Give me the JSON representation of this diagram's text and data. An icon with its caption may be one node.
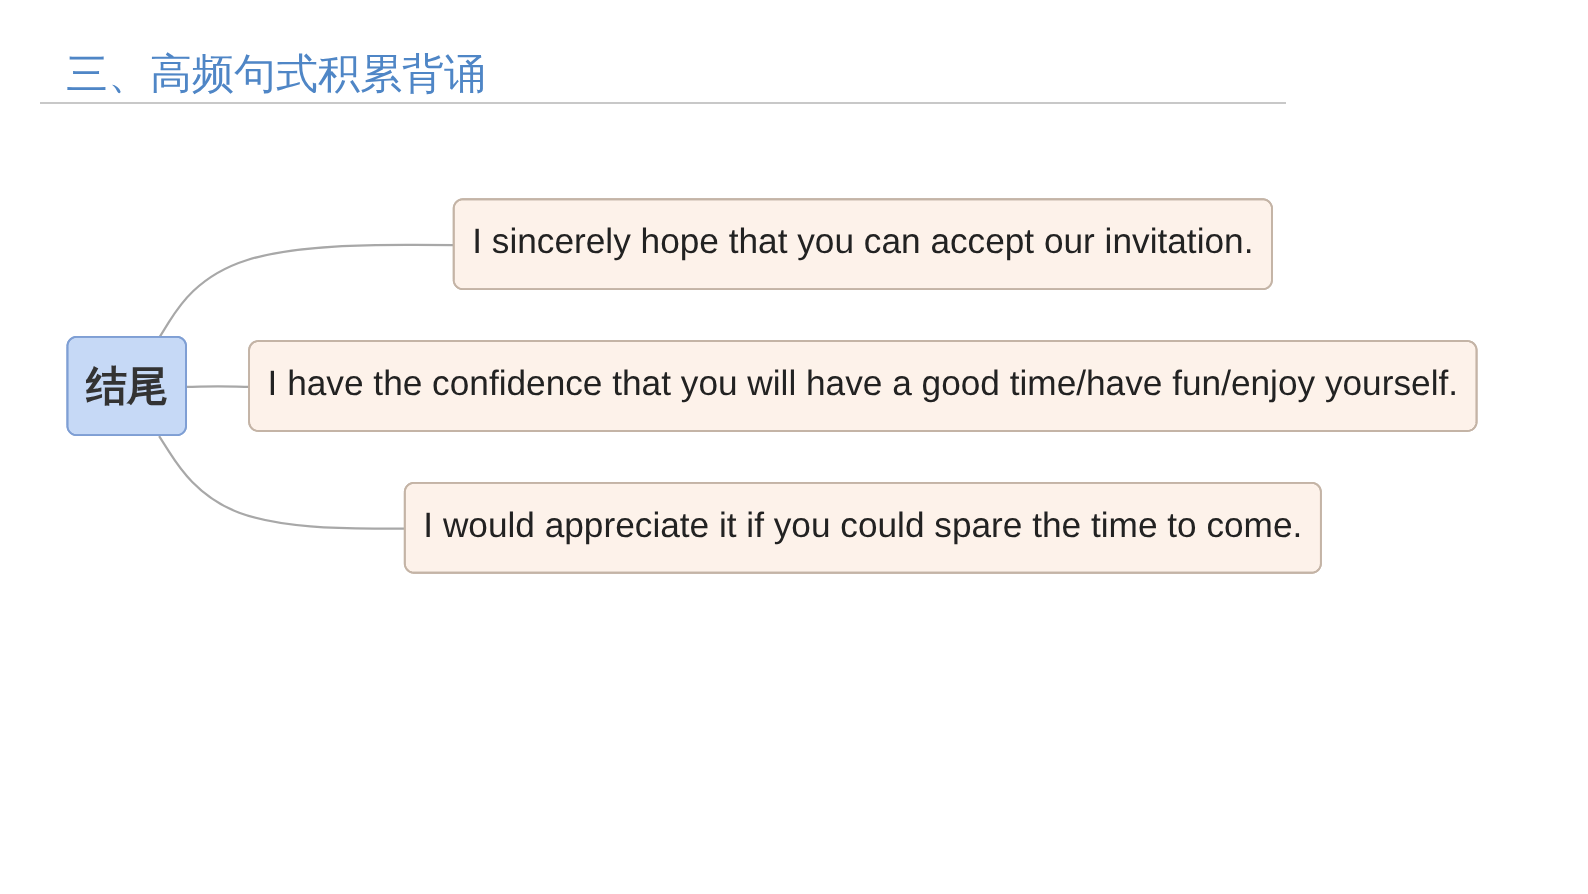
{
  "diagram": {
    "title": "三、高频句式积累背诵",
    "nodes": [
      {
        "text": [
          "结尾"
        ]
      },
      {
        "text": [
          "I sincerely hope that you can accept our invitation."
        ]
      },
      {
        "text": [
          "I have the confidence that you will have a good time/have fun/enjoy yourself."
        ]
      },
      {
        "text": [
          "I would appreciate it if you could spare the time to come."
        ]
      }
    ],
    "edges": [
      {
        "from": 0,
        "to": 1,
        "arrow": "none"
      },
      {
        "from": 0,
        "to": 2,
        "arrow": "none"
      },
      {
        "from": 0,
        "to": 3,
        "arrow": "none"
      }
    ]
  }
}
